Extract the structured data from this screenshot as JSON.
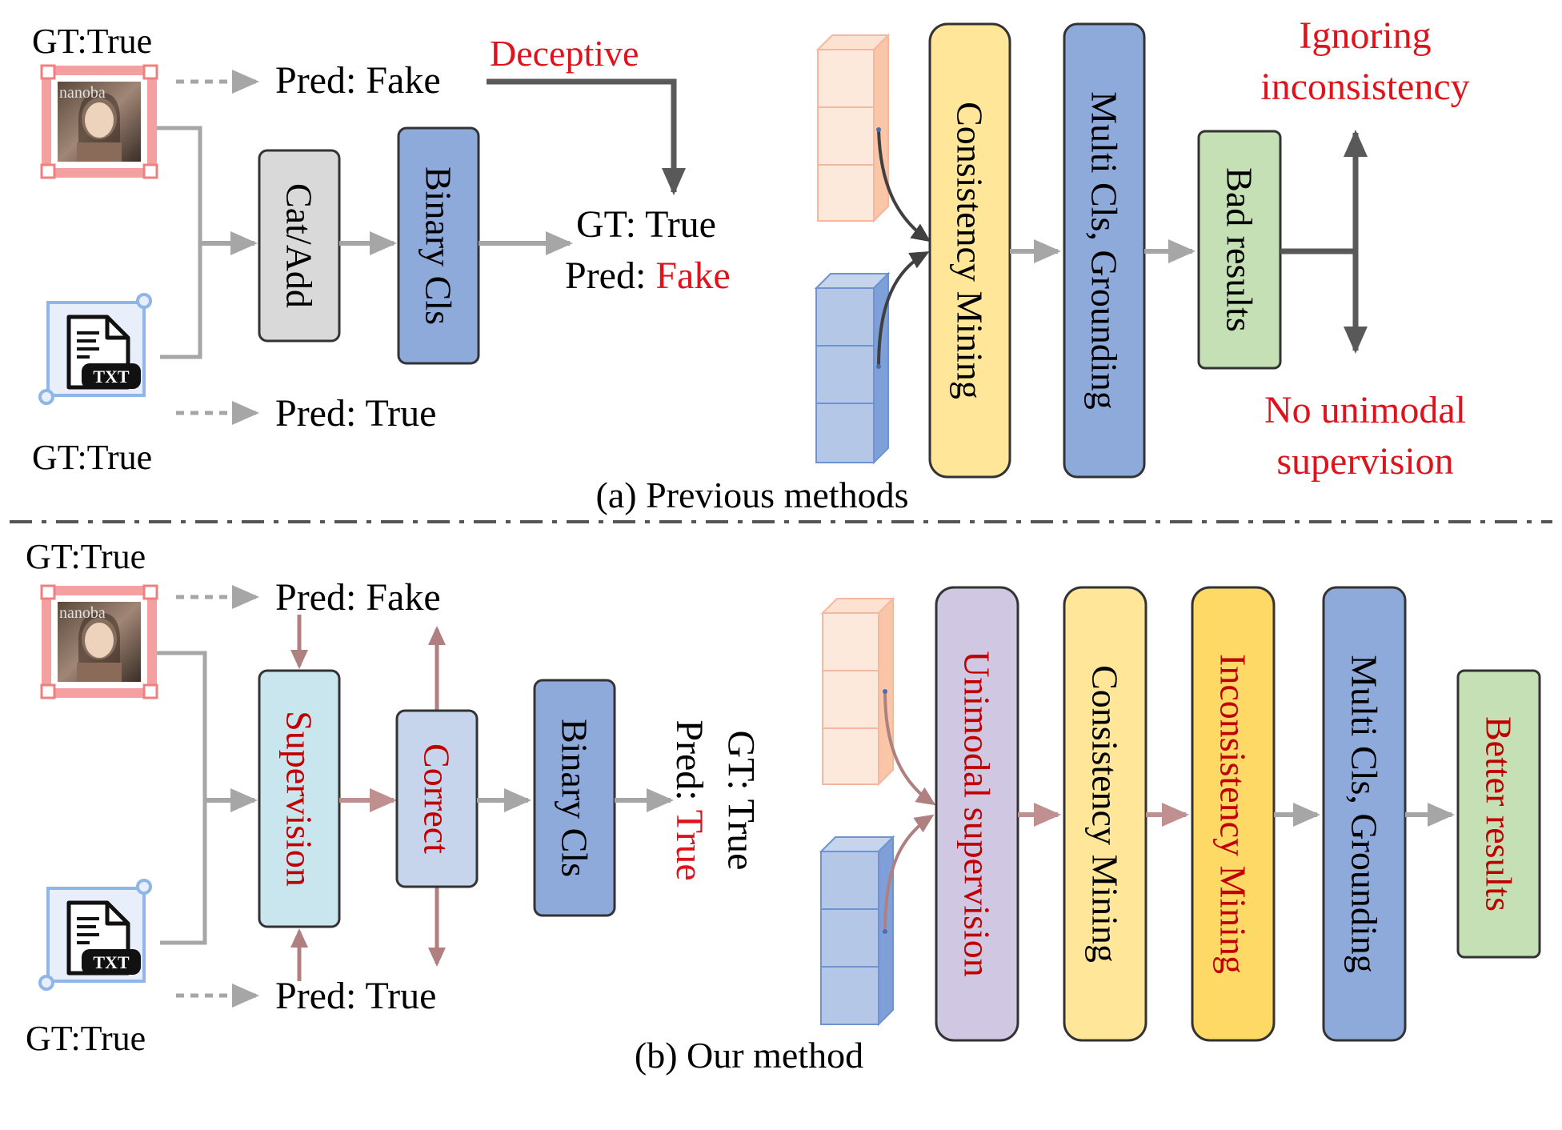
{
  "top": {
    "caption": "(a) Previous methods",
    "gt_image": "GT:True",
    "gt_text": "GT:True",
    "pred_image": "Pred: Fake",
    "pred_text": "Pred: True",
    "deceptive": "Deceptive",
    "cat_add": "Cat/Add",
    "binary_cls": "Binary Cls",
    "result_gt": "GT: True",
    "result_pred_prefix": "Pred: ",
    "result_pred_value": "Fake",
    "consistency_mining": "Consistency Mining",
    "multi_cls": "Multi Cls, Grounding",
    "bad_results": "Bad results",
    "ignoring_line1": "Ignoring",
    "ignoring_line2": "inconsistency",
    "no_unimodal_line1": "No unimodal",
    "no_unimodal_line2": "supervision"
  },
  "bottom": {
    "caption": "(b) Our method",
    "gt_image": "GT:True",
    "gt_text": "GT:True",
    "pred_image": "Pred: Fake",
    "pred_text": "Pred: True",
    "supervision": "Supervision",
    "correct": "Correct",
    "binary_cls": "Binary Cls",
    "result_gt": "GT: True",
    "result_pred_prefix": "Pred: ",
    "result_pred_value": "True",
    "unimodal_supervision": "Unimodal supervision",
    "consistency_mining": "Consistency Mining",
    "inconsistency_mining": "Inconsistency Mining",
    "multi_cls": "Multi Cls, Grounding",
    "better_results": "Better results"
  },
  "icons": {
    "txt_badge": "TXT",
    "photo_overlay_text": "nanoba"
  },
  "colors": {
    "red_text": "#e0121b",
    "dark_red_text": "#c00000",
    "gray_arrow": "#a6a6a6",
    "dark_arrow": "#595959",
    "rose_arrow": "#c09090",
    "box_gray": "#d9d9d9",
    "box_blue": "#8eaadb",
    "box_yellow": "#ffe699",
    "box_gold": "#ffd966",
    "box_green": "#c5e0b4",
    "box_light_blue": "#c9e6ef",
    "box_pale_blue": "#c6d4ec",
    "box_lavender": "#d0c8e3"
  }
}
